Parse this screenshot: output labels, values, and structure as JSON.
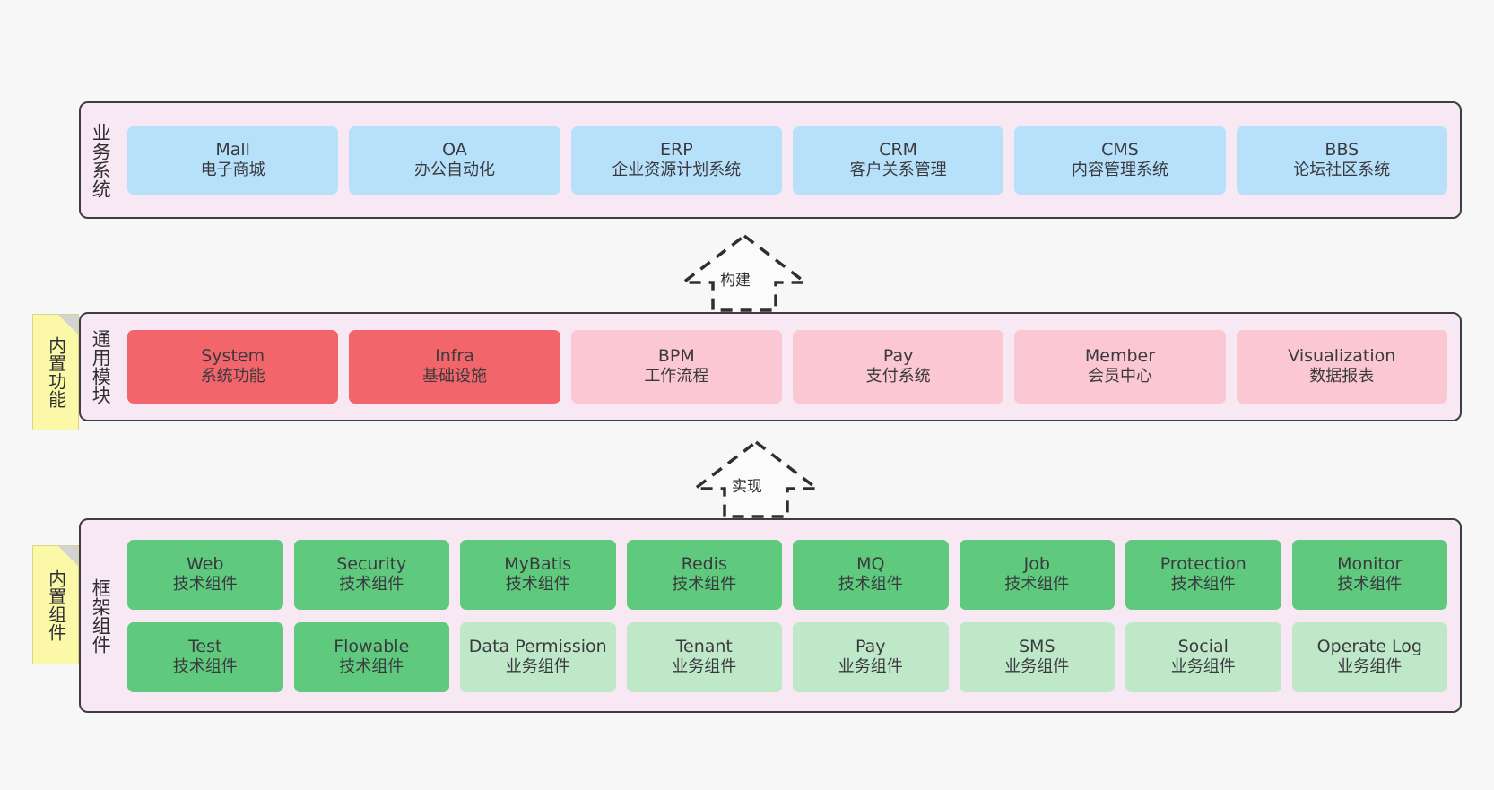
{
  "diagram": {
    "background_color": "#f7f7f7",
    "panel_bg": "#f8e8f3",
    "panel_border": "#3d3d42"
  },
  "layers": {
    "business": {
      "title": "业务系统",
      "card_color": "#b7e0fb",
      "cards": [
        {
          "en": "Mall",
          "cn": "电子商城"
        },
        {
          "en": "OA",
          "cn": "办公自动化"
        },
        {
          "en": "ERP",
          "cn": "企业资源计划系统"
        },
        {
          "en": "CRM",
          "cn": "客户关系管理"
        },
        {
          "en": "CMS",
          "cn": "内容管理系统"
        },
        {
          "en": "BBS",
          "cn": "论坛社区系统"
        }
      ]
    },
    "modules": {
      "title": "通用模块",
      "sticky": "内置功能",
      "card_color_strong": "#f2656a",
      "card_color_soft": "#fbc7d2",
      "cards": [
        {
          "en": "System",
          "cn": "系统功能",
          "variant": "strong"
        },
        {
          "en": "Infra",
          "cn": "基础设施",
          "variant": "strong"
        },
        {
          "en": "BPM",
          "cn": "工作流程",
          "variant": "soft"
        },
        {
          "en": "Pay",
          "cn": "支付系统",
          "variant": "soft"
        },
        {
          "en": "Member",
          "cn": "会员中心",
          "variant": "soft"
        },
        {
          "en": "Visualization",
          "cn": "数据报表",
          "variant": "soft"
        }
      ]
    },
    "framework": {
      "title": "框架组件",
      "sticky": "内置组件",
      "card_color_strong": "#5fc97e",
      "card_color_soft": "#bfe8c9",
      "row1": [
        {
          "en": "Web",
          "cn": "技术组件",
          "variant": "strong"
        },
        {
          "en": "Security",
          "cn": "技术组件",
          "variant": "strong"
        },
        {
          "en": "MyBatis",
          "cn": "技术组件",
          "variant": "strong"
        },
        {
          "en": "Redis",
          "cn": "技术组件",
          "variant": "strong"
        },
        {
          "en": "MQ",
          "cn": "技术组件",
          "variant": "strong"
        },
        {
          "en": "Job",
          "cn": "技术组件",
          "variant": "strong"
        },
        {
          "en": "Protection",
          "cn": "技术组件",
          "variant": "strong"
        },
        {
          "en": "Monitor",
          "cn": "技术组件",
          "variant": "strong"
        }
      ],
      "row2": [
        {
          "en": "Test",
          "cn": "技术组件",
          "variant": "strong"
        },
        {
          "en": "Flowable",
          "cn": "技术组件",
          "variant": "strong"
        },
        {
          "en": "Data Permission",
          "cn": "业务组件",
          "variant": "soft"
        },
        {
          "en": "Tenant",
          "cn": "业务组件",
          "variant": "soft"
        },
        {
          "en": "Pay",
          "cn": "业务组件",
          "variant": "soft"
        },
        {
          "en": "SMS",
          "cn": "业务组件",
          "variant": "soft"
        },
        {
          "en": "Social",
          "cn": "业务组件",
          "variant": "soft"
        },
        {
          "en": "Operate Log",
          "cn": "业务组件",
          "variant": "soft"
        }
      ]
    }
  },
  "arrows": [
    {
      "label": "构建"
    },
    {
      "label": "实现"
    }
  ]
}
